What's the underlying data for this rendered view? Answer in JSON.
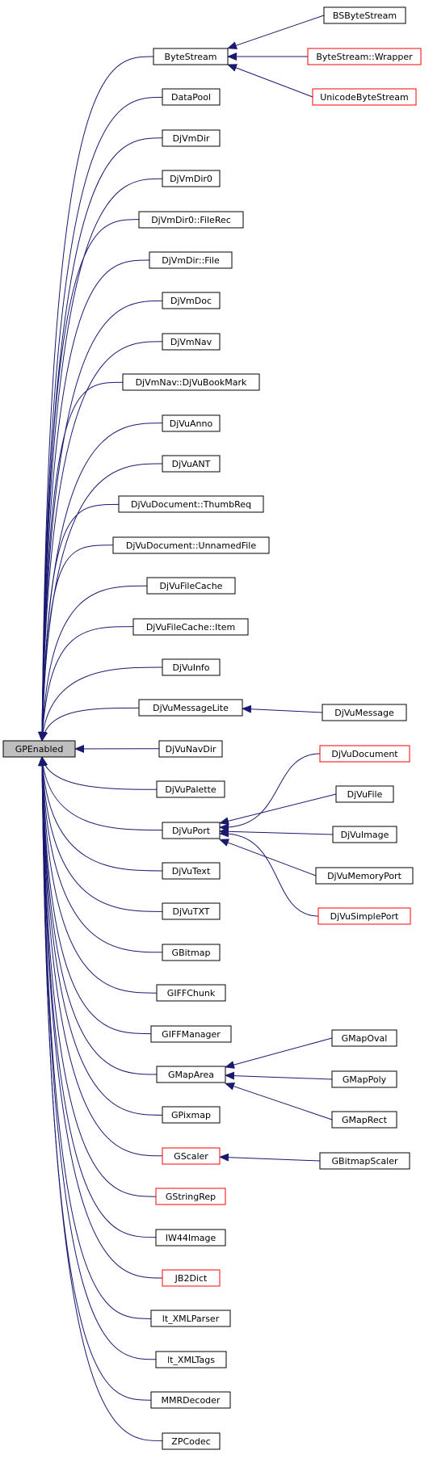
{
  "diagram": {
    "root": {
      "id": "GPEnabled",
      "label": "GPEnabled"
    },
    "colors": {
      "edge": "#191970",
      "border_normal": "#000000",
      "border_truncated": "#ff0000",
      "root_fill": "#bfbfbf",
      "node_fill": "#ffffff"
    },
    "children": [
      {
        "id": "ByteStream",
        "label": "ByteStream",
        "truncated": false
      },
      {
        "id": "DataPool",
        "label": "DataPool",
        "truncated": false
      },
      {
        "id": "DjVmDir",
        "label": "DjVmDir",
        "truncated": false
      },
      {
        "id": "DjVmDir0",
        "label": "DjVmDir0",
        "truncated": false
      },
      {
        "id": "DjVmDir0FileRec",
        "label": "DjVmDir0::FileRec",
        "truncated": false
      },
      {
        "id": "DjVmDirFile",
        "label": "DjVmDir::File",
        "truncated": false
      },
      {
        "id": "DjVmDoc",
        "label": "DjVmDoc",
        "truncated": false
      },
      {
        "id": "DjVmNav",
        "label": "DjVmNav",
        "truncated": false
      },
      {
        "id": "DjVmNavBookMark",
        "label": "DjVmNav::DjVuBookMark",
        "truncated": false
      },
      {
        "id": "DjVuAnno",
        "label": "DjVuAnno",
        "truncated": false
      },
      {
        "id": "DjVuANT",
        "label": "DjVuANT",
        "truncated": false
      },
      {
        "id": "DjVuDocThumbReq",
        "label": "DjVuDocument::ThumbReq",
        "truncated": false
      },
      {
        "id": "DjVuDocUnnamedFile",
        "label": "DjVuDocument::UnnamedFile",
        "truncated": false
      },
      {
        "id": "DjVuFileCache",
        "label": "DjVuFileCache",
        "truncated": false
      },
      {
        "id": "DjVuFileCacheItem",
        "label": "DjVuFileCache::Item",
        "truncated": false
      },
      {
        "id": "DjVuInfo",
        "label": "DjVuInfo",
        "truncated": false
      },
      {
        "id": "DjVuMessageLite",
        "label": "DjVuMessageLite",
        "truncated": false
      },
      {
        "id": "DjVuNavDir",
        "label": "DjVuNavDir",
        "truncated": false
      },
      {
        "id": "DjVuPalette",
        "label": "DjVuPalette",
        "truncated": false
      },
      {
        "id": "DjVuPort",
        "label": "DjVuPort",
        "truncated": false
      },
      {
        "id": "DjVuText",
        "label": "DjVuText",
        "truncated": false
      },
      {
        "id": "DjVuTXT",
        "label": "DjVuTXT",
        "truncated": false
      },
      {
        "id": "GBitmap",
        "label": "GBitmap",
        "truncated": false
      },
      {
        "id": "GIFFChunk",
        "label": "GIFFChunk",
        "truncated": false
      },
      {
        "id": "GIFFManager",
        "label": "GIFFManager",
        "truncated": false
      },
      {
        "id": "GMapArea",
        "label": "GMapArea",
        "truncated": false
      },
      {
        "id": "GPixmap",
        "label": "GPixmap",
        "truncated": false
      },
      {
        "id": "GScaler",
        "label": "GScaler",
        "truncated": true
      },
      {
        "id": "GStringRep",
        "label": "GStringRep",
        "truncated": true
      },
      {
        "id": "IW44Image",
        "label": "IW44Image",
        "truncated": false
      },
      {
        "id": "JB2Dict",
        "label": "JB2Dict",
        "truncated": true
      },
      {
        "id": "lt_XMLParser",
        "label": "lt_XMLParser",
        "truncated": false
      },
      {
        "id": "lt_XMLTags",
        "label": "lt_XMLTags",
        "truncated": false
      },
      {
        "id": "MMRDecoder",
        "label": "MMRDecoder",
        "truncated": false
      },
      {
        "id": "ZPCodec",
        "label": "ZPCodec",
        "truncated": false
      }
    ],
    "grandchildren": [
      {
        "id": "BSByteStream",
        "label": "BSByteStream",
        "parent": "ByteStream",
        "truncated": false
      },
      {
        "id": "ByteStreamWrapper",
        "label": "ByteStream::Wrapper",
        "parent": "ByteStream",
        "truncated": true
      },
      {
        "id": "UnicodeByteStream",
        "label": "UnicodeByteStream",
        "parent": "ByteStream",
        "truncated": true
      },
      {
        "id": "DjVuMessage",
        "label": "DjVuMessage",
        "parent": "DjVuMessageLite",
        "truncated": false
      },
      {
        "id": "DjVuDocument",
        "label": "DjVuDocument",
        "parent": "DjVuPort",
        "truncated": true
      },
      {
        "id": "DjVuFile",
        "label": "DjVuFile",
        "parent": "DjVuPort",
        "truncated": false
      },
      {
        "id": "DjVuImage",
        "label": "DjVuImage",
        "parent": "DjVuPort",
        "truncated": false
      },
      {
        "id": "DjVuMemoryPort",
        "label": "DjVuMemoryPort",
        "parent": "DjVuPort",
        "truncated": false
      },
      {
        "id": "DjVuSimplePort",
        "label": "DjVuSimplePort",
        "parent": "DjVuPort",
        "truncated": true
      },
      {
        "id": "GMapOval",
        "label": "GMapOval",
        "parent": "GMapArea",
        "truncated": false
      },
      {
        "id": "GMapPoly",
        "label": "GMapPoly",
        "parent": "GMapArea",
        "truncated": false
      },
      {
        "id": "GMapRect",
        "label": "GMapRect",
        "parent": "GMapArea",
        "truncated": false
      },
      {
        "id": "GBitmapScaler",
        "label": "GBitmapScaler",
        "parent": "GScaler",
        "truncated": false
      }
    ]
  }
}
